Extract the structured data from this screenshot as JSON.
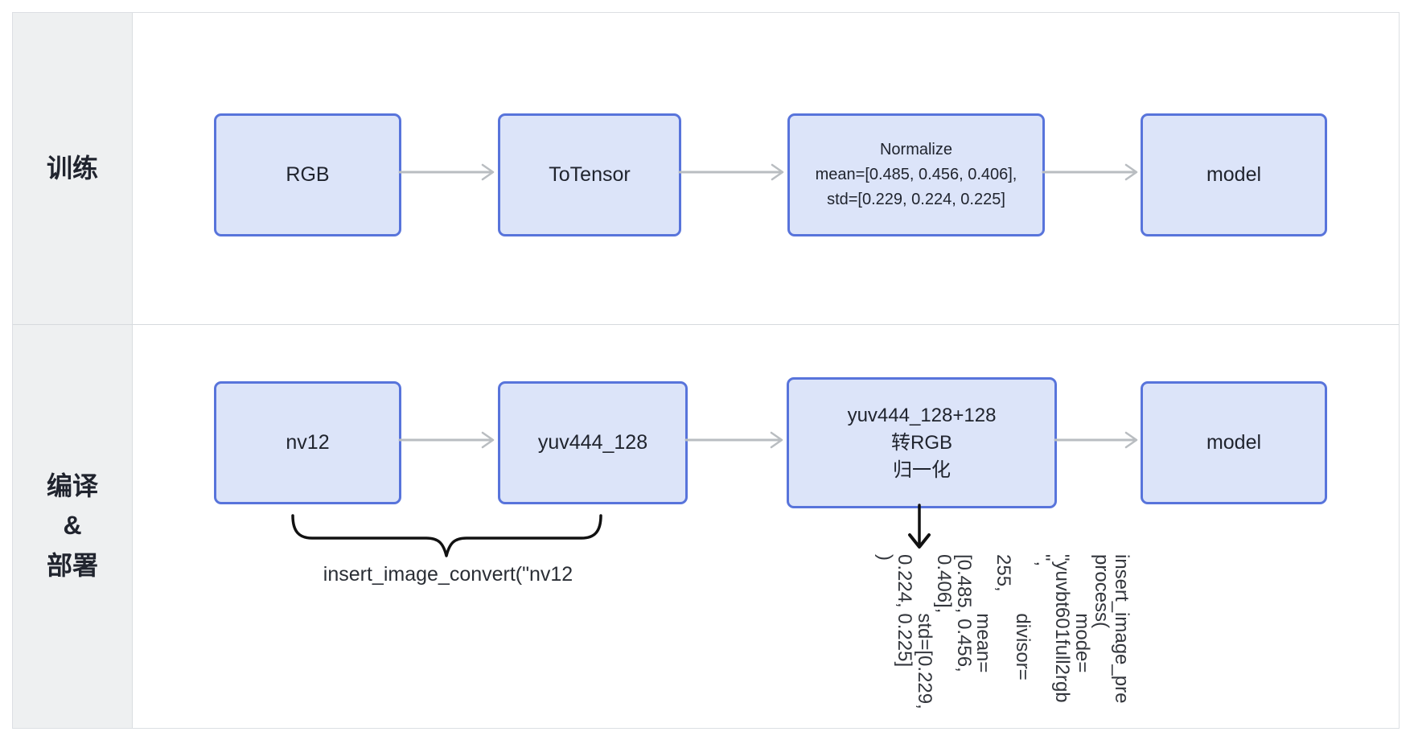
{
  "rows": [
    {
      "label": "训练",
      "nodes": [
        {
          "label": "RGB"
        },
        {
          "label": "ToTensor"
        },
        {
          "label": "Normalize\nmean=[0.485, 0.456, 0.406],\nstd=[0.229, 0.224, 0.225]"
        },
        {
          "label": "model"
        }
      ]
    },
    {
      "label": "编译\n&\n部署",
      "nodes": [
        {
          "label": "nv12"
        },
        {
          "label": "yuv444_128"
        },
        {
          "label": "yuv444_128+128\n转RGB\n归一化"
        },
        {
          "label": "model"
        }
      ]
    }
  ],
  "annotations": {
    "convert_label": "insert_image_convert(\"nv12",
    "preprocess_code": "insert_image_pre\nprocess(\n           mode=\n\"yuvbt601full2rgb\n\",\n           divisor=\n255,\n           mean=\n[0.485, 0.456,\n0.406],\n           std=[0.229,\n0.224, 0.225]\n)"
  },
  "colors": {
    "node_fill": "#dce4f9",
    "node_border": "#5874db",
    "arrow_gray": "#b9bdc1",
    "annotation_black": "#111111",
    "sidebar_bg": "#eef0f1",
    "text_dark": "#20242e"
  }
}
